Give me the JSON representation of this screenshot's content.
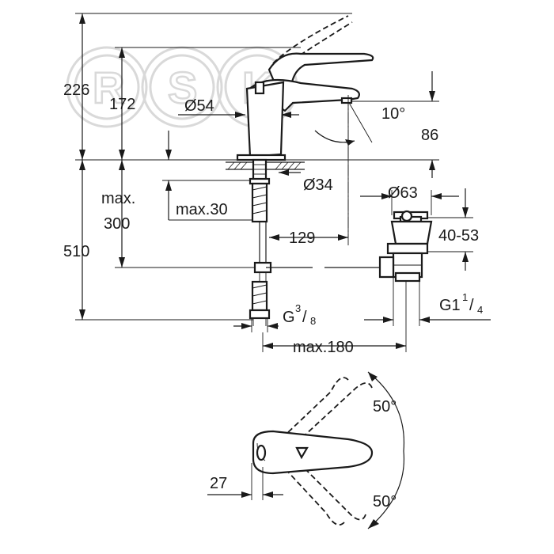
{
  "watermark": {
    "letters": [
      "R",
      "S",
      "K"
    ]
  },
  "dimensions": {
    "h226": "226",
    "h172": "172",
    "d54": "Ø54",
    "angle10": "10°",
    "h86": "86",
    "d34": "Ø34",
    "d63": "Ø63",
    "max30": "max.30",
    "max300_line1": "max.",
    "max300_line2": "300",
    "h510": "510",
    "l129": "129",
    "r4053": "40-53",
    "g38_main": "G",
    "g38_num": "3",
    "g38_den": "8",
    "g114_main": "G1",
    "g114_num": "1",
    "g114_den": "4",
    "max180": "max.180",
    "angle50_top": "50°",
    "angle50_bottom": "50°",
    "w27": "27"
  }
}
